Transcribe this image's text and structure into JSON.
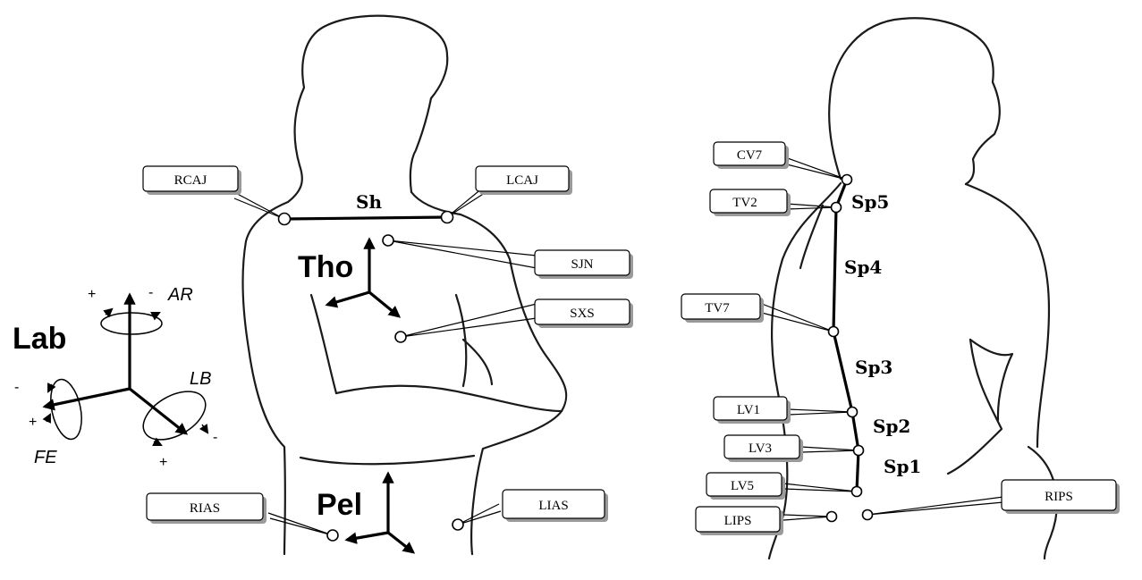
{
  "labels": {
    "rcaj": "RCAJ",
    "lcaj": "LCAJ",
    "sjn": "SJN",
    "sxs": "SXS",
    "rias": "RIAS",
    "lias": "LIAS",
    "cv7": "CV7",
    "tv2": "TV2",
    "tv7": "TV7",
    "lv1": "LV1",
    "lv3": "LV3",
    "lv5": "LV5",
    "lips": "LIPS",
    "rips": "RIPS"
  },
  "segments": {
    "sh": "Sh",
    "sp1": "Sp1",
    "sp2": "Sp2",
    "sp3": "Sp3",
    "sp4": "Sp4",
    "sp5": "Sp5"
  },
  "frames": {
    "lab": "Lab",
    "tho": "Tho",
    "pel": "Pel"
  },
  "rotations": {
    "ar": "AR",
    "lb": "LB",
    "fe": "FE",
    "plus": "+",
    "minus": "-"
  }
}
